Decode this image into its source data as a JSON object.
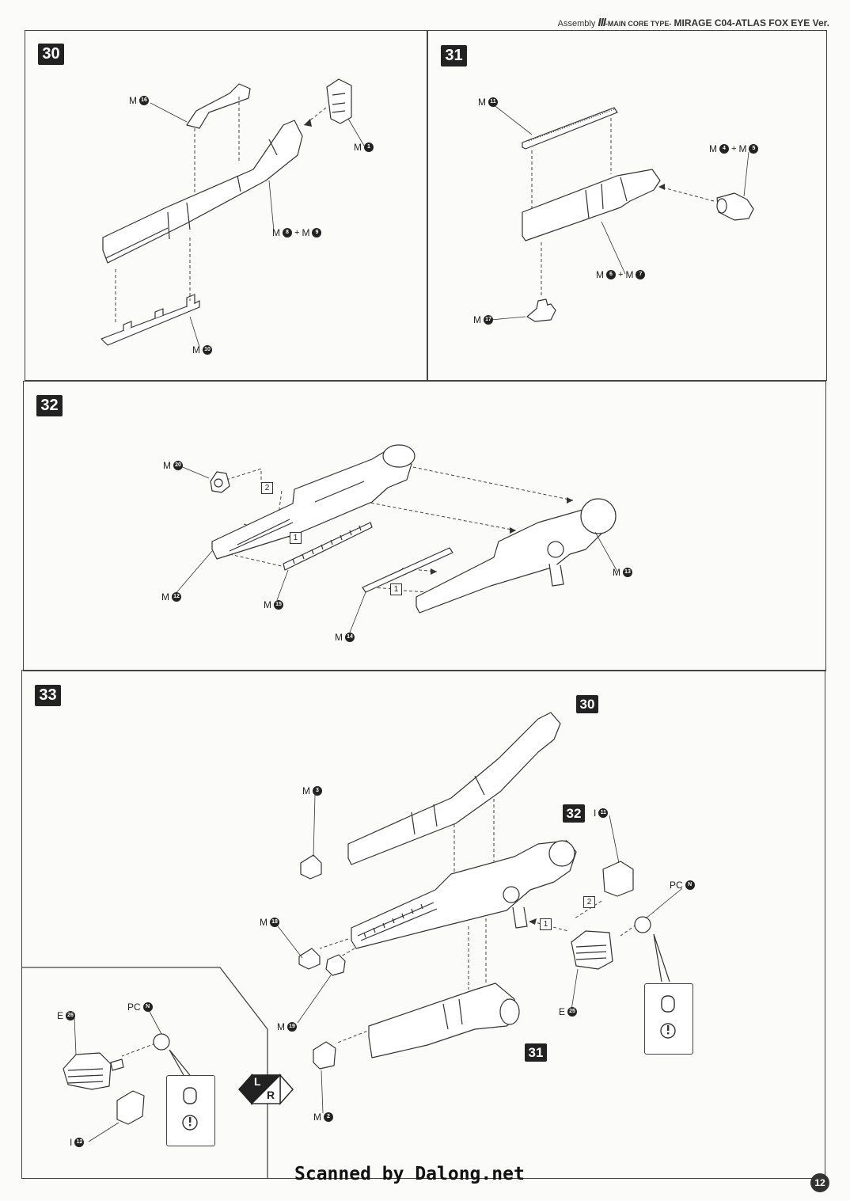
{
  "header": {
    "assembly": "Assembly",
    "section_numeral": "III",
    "subtitle": "-MAIN CORE TYPE-",
    "model": "MIRAGE C04-ATLAS FOX EYE Ver."
  },
  "steps": {
    "s30": {
      "number": "30",
      "labels": {
        "m16": {
          "letter": "M",
          "num": "16"
        },
        "m1": {
          "letter": "M",
          "num": "1"
        },
        "m8": {
          "letter": "M",
          "num": "8"
        },
        "m9": {
          "letter": "M",
          "num": "9"
        },
        "m10": {
          "letter": "M",
          "num": "10"
        }
      }
    },
    "s31": {
      "number": "31",
      "labels": {
        "m11": {
          "letter": "M",
          "num": "11"
        },
        "m4": {
          "letter": "M",
          "num": "4"
        },
        "m5": {
          "letter": "M",
          "num": "5"
        },
        "m6": {
          "letter": "M",
          "num": "6"
        },
        "m7": {
          "letter": "M",
          "num": "7"
        },
        "m17": {
          "letter": "M",
          "num": "17"
        }
      }
    },
    "s32": {
      "number": "32",
      "order": [
        "1",
        "2"
      ],
      "labels": {
        "m20": {
          "letter": "M",
          "num": "20"
        },
        "m12": {
          "letter": "M",
          "num": "12"
        },
        "m15": {
          "letter": "M",
          "num": "15"
        },
        "m14": {
          "letter": "M",
          "num": "14"
        },
        "m13": {
          "letter": "M",
          "num": "13"
        }
      }
    },
    "s33": {
      "number": "33",
      "ref30": "30",
      "ref32": "32",
      "ref31": "31",
      "labels": {
        "m3": {
          "letter": "M",
          "num": "3"
        },
        "i11": {
          "letter": "I",
          "num": "11"
        },
        "pcn": {
          "letter": "PC",
          "num": "N"
        },
        "m18": {
          "letter": "M",
          "num": "18"
        },
        "m19": {
          "letter": "M",
          "num": "19"
        },
        "e25": {
          "letter": "E",
          "num": "25"
        },
        "m2": {
          "letter": "M",
          "num": "2"
        },
        "e26": {
          "letter": "E",
          "num": "26"
        },
        "pcn2": {
          "letter": "PC",
          "num": "N"
        },
        "i12": {
          "letter": "I",
          "num": "12"
        }
      },
      "lr": {
        "left": "L",
        "right": "R"
      }
    }
  },
  "footer": {
    "scan_credit": "Scanned by Dalong.net",
    "page": "12"
  }
}
